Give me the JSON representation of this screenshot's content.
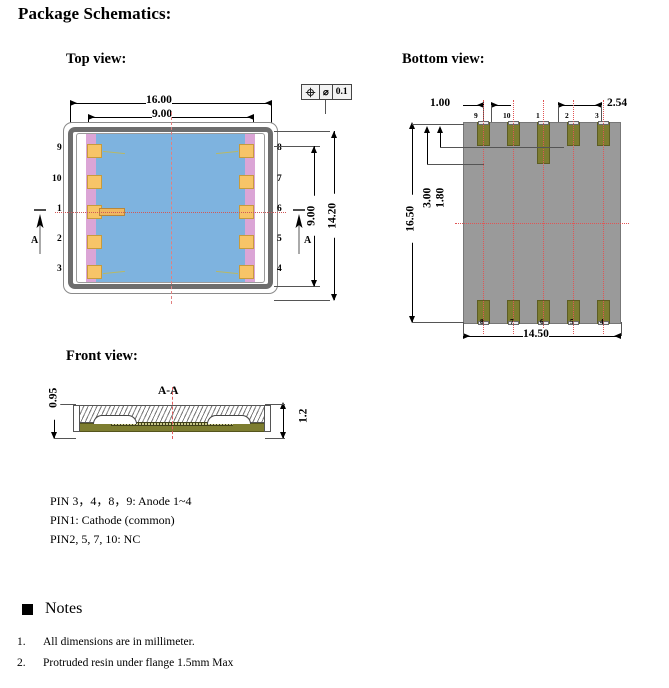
{
  "page": {
    "title": "Package Schematics:"
  },
  "views": {
    "top": {
      "title": "Top view:"
    },
    "bottom": {
      "title": "Bottom view:"
    },
    "front": {
      "title": "Front view:"
    }
  },
  "top_view": {
    "dim_width_outer": "16.00",
    "dim_width_inner": "9.00",
    "dim_height_inner": "9.00",
    "dim_height_outer": "14.20",
    "section_label_left": "A",
    "section_label_right": "A",
    "pins_left": [
      "9",
      "10",
      "1",
      "2",
      "3"
    ],
    "pins_right": [
      "8",
      "7",
      "6",
      "5",
      "4"
    ],
    "gdt": {
      "symbol": "position-symbol",
      "diameter": "⌀",
      "tolerance": "0.1"
    },
    "colors": {
      "die": "#7eb3df",
      "substrate_edge": "#dba5d6",
      "pad": "#f7c468",
      "frame": "#6e6e6e"
    }
  },
  "bottom_view": {
    "dim_pin_offset": "1.00",
    "dim_pin_pitch": "2.54",
    "dim_lead_long": "3.00",
    "dim_lead_short": "1.80",
    "dim_height": "16.50",
    "dim_width": "14.50",
    "pins_top": [
      "9",
      "10",
      "1",
      "2",
      "3"
    ],
    "pins_bottom": [
      "8",
      "7",
      "6",
      "5",
      "4"
    ],
    "colors": {
      "body": "#9a9a9a",
      "lead": "#7d7d30"
    }
  },
  "front_view": {
    "dim_left": "0.95",
    "dim_right": "1.2",
    "section_label": "A-A"
  },
  "pin_description": [
    "PIN 3，4，8，9: Anode 1~4",
    "PIN1: Cathode (common)",
    "PIN2, 5, 7, 10: NC"
  ],
  "notes": {
    "heading": "Notes",
    "items": [
      {
        "num": "1.",
        "text": "All dimensions are in millimeter."
      },
      {
        "num": "2.",
        "text": "Protruded resin under flange 1.5mm Max"
      }
    ]
  }
}
